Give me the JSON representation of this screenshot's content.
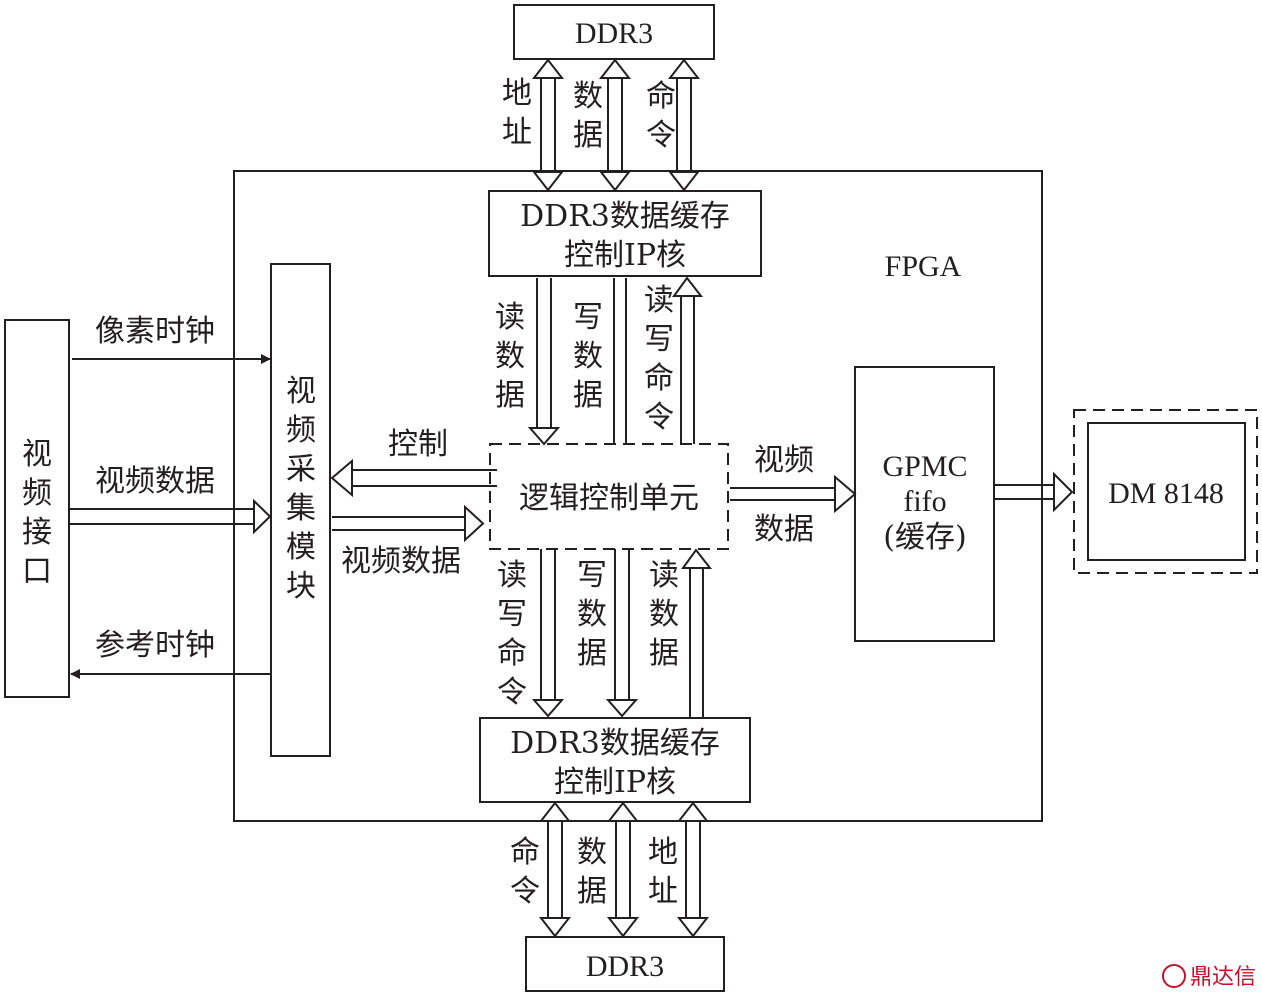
{
  "boxes": {
    "ddr3_top": "DDR3",
    "ddr3_bottom": "DDR3",
    "ip_top": [
      "DDR3数据缓存",
      "控制IP核"
    ],
    "ip_bottom": [
      "DDR3数据缓存",
      "控制IP核"
    ],
    "fpga": "FPGA",
    "video_interface": [
      "视",
      "频",
      "接",
      "口"
    ],
    "capture_module": [
      "视",
      "频",
      "采",
      "集",
      "模",
      "块"
    ],
    "logic_unit": "逻辑控制单元",
    "gpmc": [
      "GPMC",
      "fifo",
      "(缓存)"
    ],
    "dm": "DM 8148"
  },
  "labels": {
    "top_address": [
      "地",
      "址"
    ],
    "top_data": [
      "数",
      "据"
    ],
    "top_command": [
      "命",
      "令"
    ],
    "upper_read_data": [
      "读",
      "数",
      "据"
    ],
    "upper_write_data": [
      "写",
      "数",
      "据"
    ],
    "upper_rw_command": [
      "读",
      "写",
      "命",
      "令"
    ],
    "pixel_clock": "像素时钟",
    "video_data_in": "视频数据",
    "ref_clock": "参考时钟",
    "control": "控制",
    "video_data_mid": "视频数据",
    "video_out_1": "视频",
    "video_out_2": "数据",
    "lower_rw_command": [
      "读",
      "写",
      "命",
      "令"
    ],
    "lower_write_data": [
      "写",
      "数",
      "据"
    ],
    "lower_read_data": [
      "读",
      "数",
      "据"
    ],
    "bottom_command": [
      "命",
      "令"
    ],
    "bottom_data": [
      "数",
      "据"
    ],
    "bottom_address": [
      "地",
      "址"
    ]
  },
  "watermark": "鼎达信"
}
